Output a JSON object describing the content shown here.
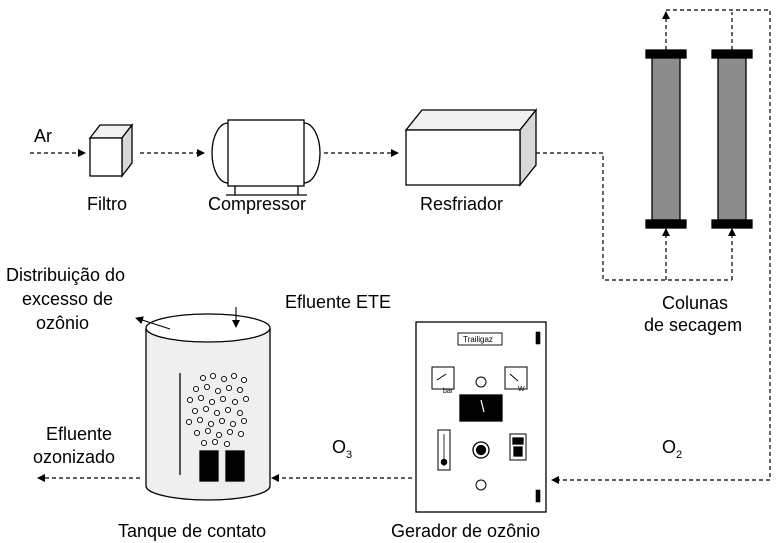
{
  "labels": {
    "ar": "Ar",
    "filtro": "Filtro",
    "compressor": "Compressor",
    "resfriador": "Resfriador",
    "colunas_line1": "Colunas",
    "colunas_line2": "de secagem",
    "distribuicao_line1": "Distribuição do",
    "distribuicao_line2": "excesso de",
    "distribuicao_line3": "ozônio",
    "efluente_ete": "Efluente ETE",
    "efluente_ozonizado_line1": "Efluente",
    "efluente_ozonizado_line2": "ozonizado",
    "o3_base": "O",
    "o3_sub": "3",
    "o2_base": "O",
    "o2_sub": "2",
    "tanque": "Tanque de contato",
    "gerador": "Gerador de ozônio",
    "trailigaz": "Trailigaz",
    "gauge_left": "bar",
    "gauge_right": "W"
  },
  "colors": {
    "line": "#000000",
    "column_fill": "#8c8c8c",
    "box_face": "#ffffff",
    "box_top": "#f0f0f0",
    "box_side": "#d8d8d8",
    "tank_fill": "#efefef"
  }
}
